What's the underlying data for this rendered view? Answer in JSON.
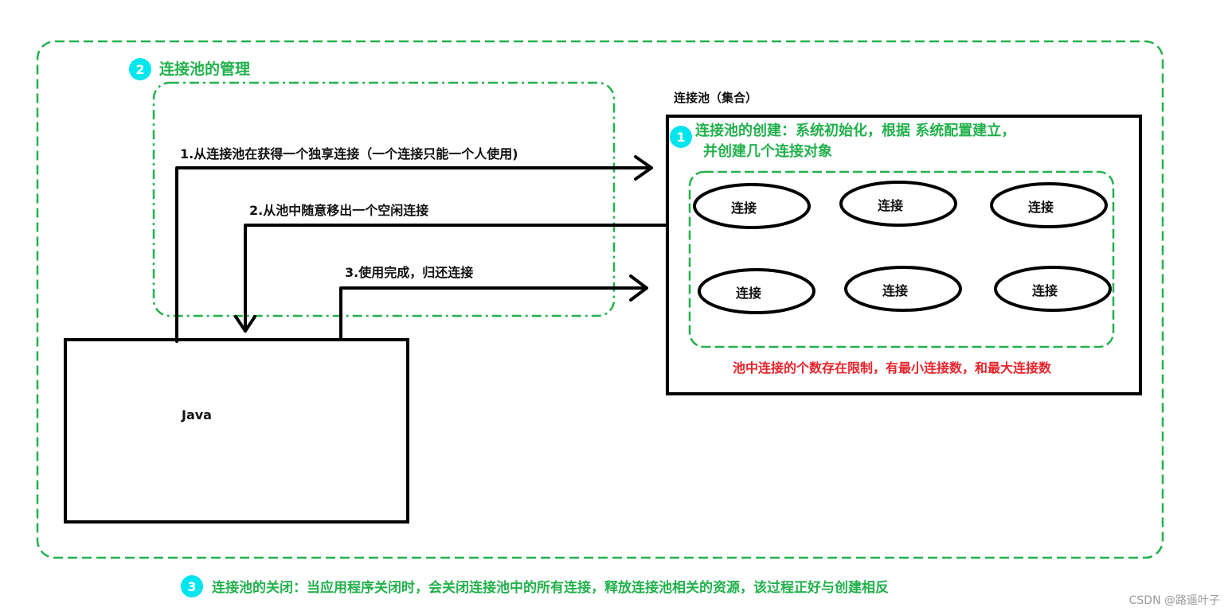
{
  "pool": {
    "label": "连接池（集合）",
    "creation": {
      "badge": "1",
      "line1": "连接池的创建：系统初始化，根据 系统配置建立，",
      "line2": "并创建几个连接对象"
    },
    "connections": [
      "连接",
      "连接",
      "连接",
      "连接",
      "连接",
      "连接"
    ],
    "limit_note": "池中连接的个数存在限制，有最小连接数，和最大连接数"
  },
  "management": {
    "badge": "2",
    "title": "连接池的管理",
    "steps": [
      "1.从连接池在获得一个独享连接（一个连接只能一个人使用)",
      "2.从池中随意移出一个空闲连接",
      "3.使用完成，归还连接"
    ]
  },
  "app": {
    "label": "Java"
  },
  "closing": {
    "badge": "3",
    "text": "连接池的关闭：当应用程序关闭时，会关闭连接池中的所有连接，释放连接池相关的资源，该过程正好与创建相反"
  },
  "watermark": "CSDN @路遥叶子",
  "colors": {
    "green": "#22b14c",
    "cyan": "#00e5ee",
    "red": "#e8232b",
    "black": "#000000"
  }
}
